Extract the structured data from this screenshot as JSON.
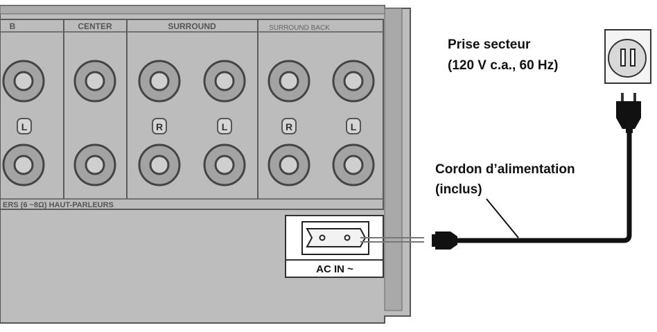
{
  "speaker_panel": {
    "section_headers": [
      "B",
      "CENTER",
      "SURROUND",
      "SURROUND BACK"
    ],
    "channel_marks": [
      "L",
      "R",
      "L",
      "R",
      "L"
    ],
    "impedance_label": "ERS (6 ~8Ω) HAUT-PARLEURS"
  },
  "ac_inlet": {
    "label": "AC IN ~"
  },
  "outlet": {
    "line1": "Prise secteur",
    "line2": "(120 V c.a., 60 Hz)"
  },
  "power_cord": {
    "line1": "Cordon d’alimentation",
    "line2": "(inclus)"
  },
  "colors": {
    "panel": "#bdbdbd",
    "panel_dark": "#a8a8a8",
    "outline": "#5a5a5a",
    "cord": "#111111",
    "jack_ring": "#9a9a9a"
  }
}
